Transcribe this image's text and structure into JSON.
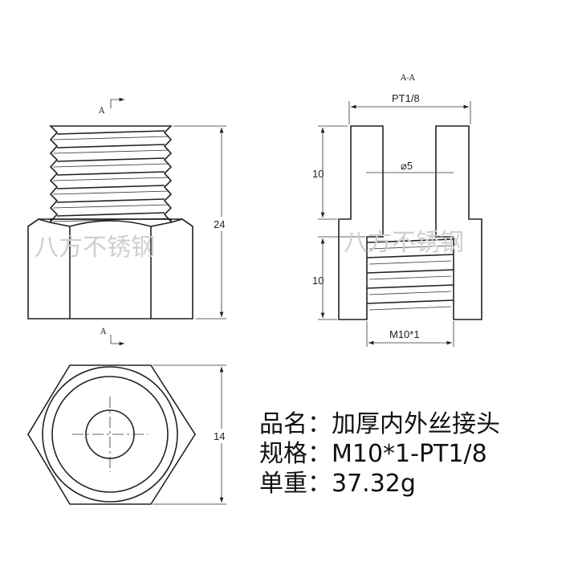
{
  "front_view": {
    "section_label_top": "A",
    "section_label_bottom": "A",
    "height_dim": "24",
    "watermark": "八方不锈钢"
  },
  "section_view": {
    "title": "A-A",
    "top_thread": "PT1/8",
    "bore_dia": "⌀5",
    "upper_length": "10",
    "lower_length": "10",
    "inner_thread": "M10*1",
    "watermark": "八方不锈钢"
  },
  "bottom_view": {
    "width_dim": "14"
  },
  "specs": [
    {
      "label": "品名：",
      "value": "加厚内外丝接头"
    },
    {
      "label": "规格",
      "value": "：M10*1-PT1/8"
    },
    {
      "label": "单重：",
      "value": "37.32g"
    }
  ]
}
